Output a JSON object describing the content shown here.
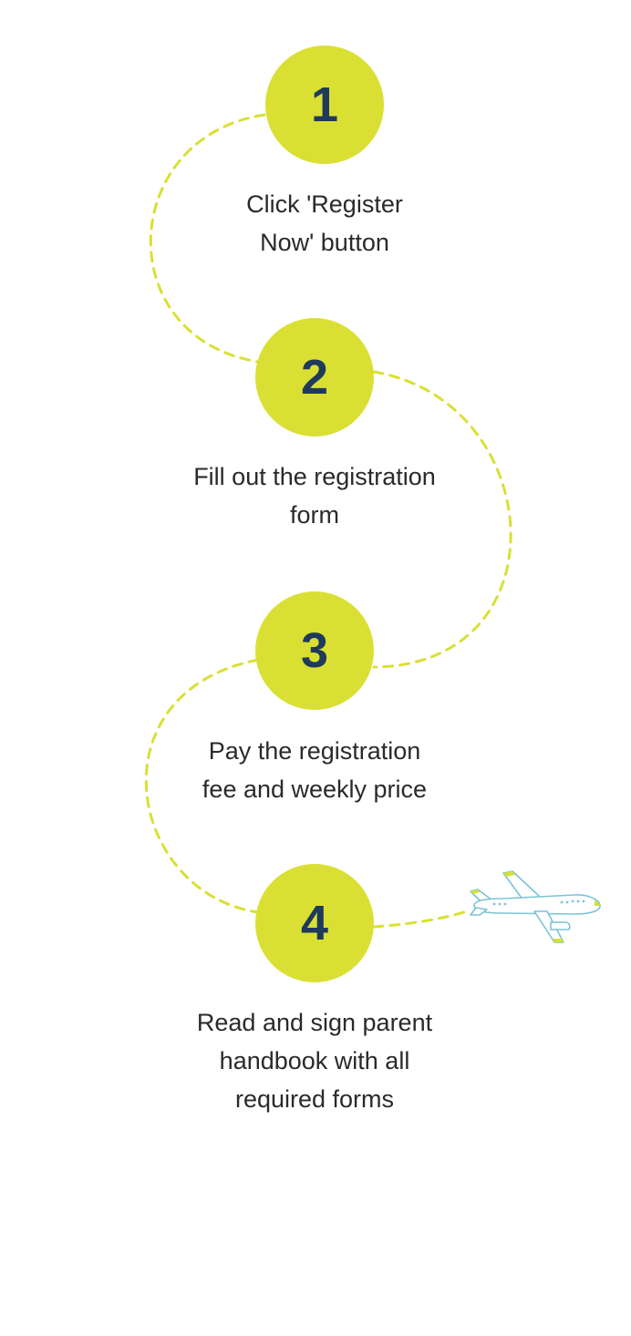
{
  "colors": {
    "circle_fill": "#d9e033",
    "number_color": "#203a5c",
    "text_color": "#2a2a2a",
    "path_color": "#d9e033",
    "plane_outline": "#7cc4d6"
  },
  "steps": [
    {
      "number": "1",
      "lines": [
        "Click 'Register",
        "Now' button"
      ]
    },
    {
      "number": "2",
      "lines": [
        "Fill out the registration",
        "form"
      ]
    },
    {
      "number": "3",
      "lines": [
        "Pay the registration",
        "fee and weekly price"
      ]
    },
    {
      "number": "4",
      "lines": [
        "Read and sign parent",
        "handbook with all",
        "required forms"
      ]
    }
  ],
  "decoration": {
    "icon": "airplane-icon"
  }
}
